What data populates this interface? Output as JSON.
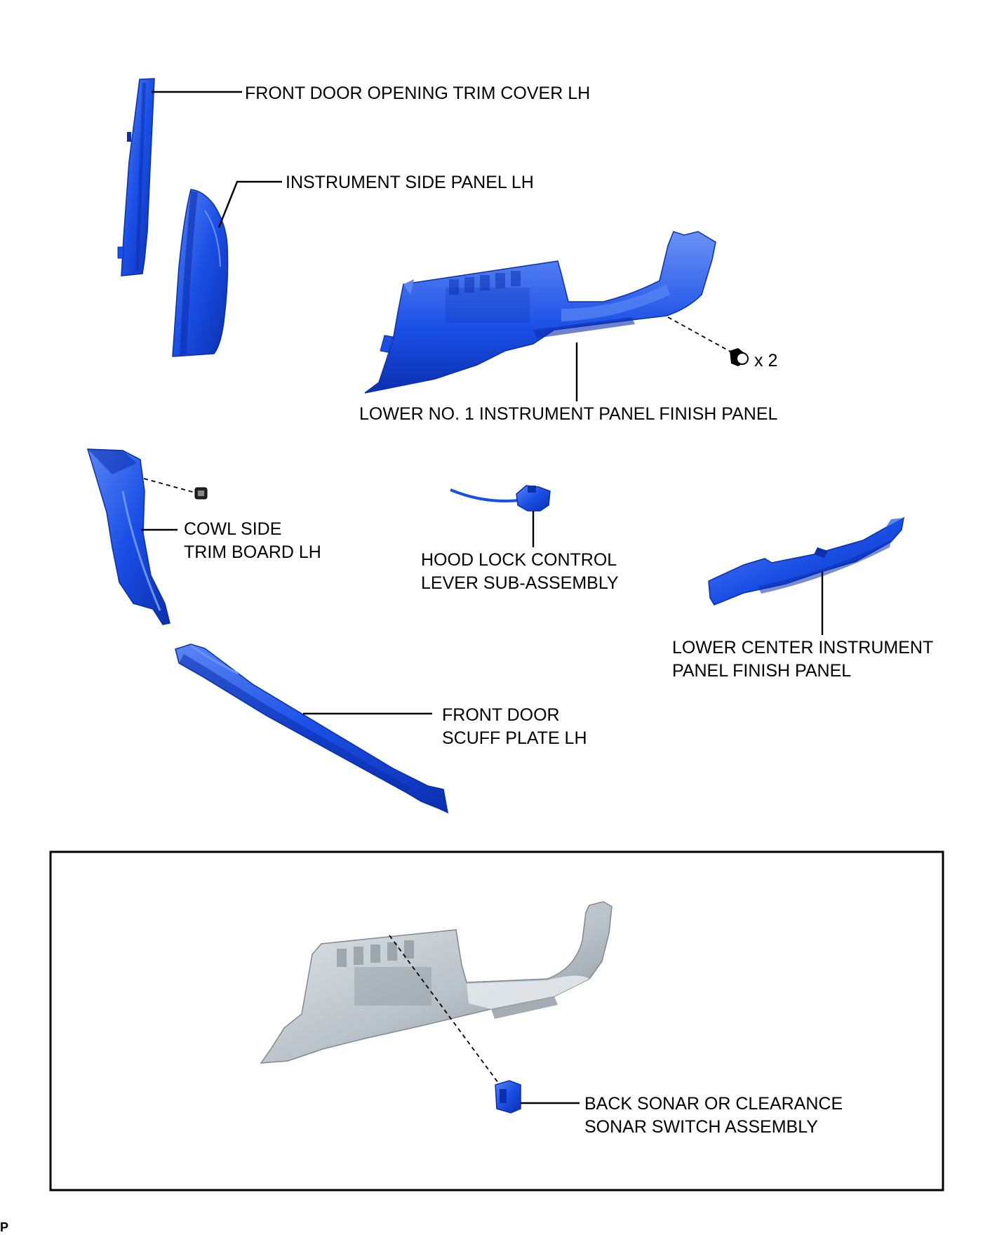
{
  "colors": {
    "part_fill": "#1a4fe6",
    "part_dark": "#0b2fae",
    "part_light": "#5a86f3",
    "gray_fill": "#b9c2c8",
    "gray_dark": "#7f8a91",
    "gray_light": "#e3e8eb"
  },
  "labels": {
    "front_door_opening_trim_cover": "FRONT DOOR OPENING TRIM COVER LH",
    "instrument_side_panel": "INSTRUMENT SIDE PANEL LH",
    "lower_no1_panel": "LOWER NO. 1 INSTRUMENT PANEL FINISH PANEL",
    "clip_count": "x 2",
    "cowl_side_line1": "COWL SIDE",
    "cowl_side_line2": "TRIM BOARD LH",
    "hood_lock_line1": "HOOD LOCK CONTROL",
    "hood_lock_line2": "LEVER SUB-ASSEMBLY",
    "lower_center_line1": "LOWER CENTER INSTRUMENT",
    "lower_center_line2": "PANEL FINISH PANEL",
    "scuff_plate_line1": "FRONT DOOR",
    "scuff_plate_line2": "SCUFF PLATE LH",
    "sonar_line1": "BACK SONAR OR CLEARANCE",
    "sonar_line2": "SONAR SWITCH ASSEMBLY",
    "corner_mark": "P"
  }
}
